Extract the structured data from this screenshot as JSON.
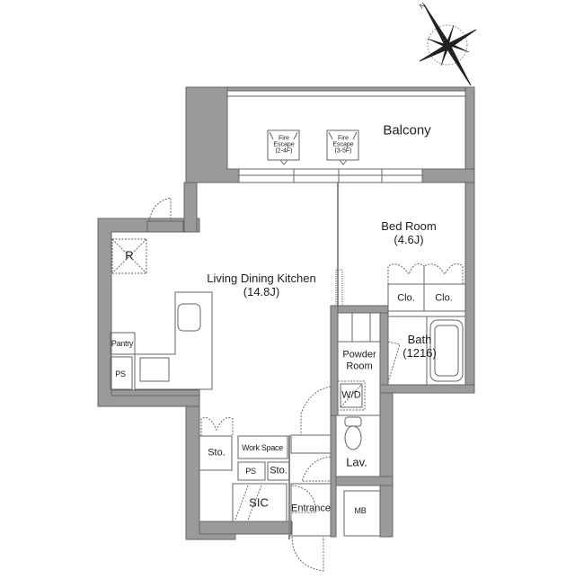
{
  "compass": {
    "icon": "compass-rose-icon",
    "north_label": "N"
  },
  "rooms": {
    "balcony": {
      "label": "Balcony"
    },
    "fire_escape_1": {
      "line1": "Fire",
      "line2": "Escape",
      "line3": "(2-4F)"
    },
    "fire_escape_2": {
      "line1": "Fire",
      "line2": "Escape",
      "line3": "(3-5F)"
    },
    "ldk": {
      "label": "Living Dining Kitchen",
      "size": "(14.8J)"
    },
    "bedroom": {
      "label": "Bed Room",
      "size": "(4.6J)"
    },
    "closet_1": {
      "label": "Clo."
    },
    "closet_2": {
      "label": "Clo."
    },
    "bath": {
      "label": "Bath",
      "size": "(1216)"
    },
    "powder_room": {
      "line1": "Powder",
      "line2": "Room"
    },
    "washer_dryer": {
      "label": "W/D"
    },
    "refrigerator": {
      "label": "R"
    },
    "pantry": {
      "label": "Pantry"
    },
    "ps_kitchen": {
      "label": "PS"
    },
    "storage_1": {
      "label": "Sto."
    },
    "work_space": {
      "label": "Work Space"
    },
    "ps_entry": {
      "label": "PS"
    },
    "storage_2": {
      "label": "Sto."
    },
    "sic": {
      "label": "SIC"
    },
    "entrance": {
      "label": "Entrance"
    },
    "lavatory": {
      "label": "Lav."
    },
    "meter_box": {
      "label": "MB"
    }
  },
  "colors": {
    "wall": "#9a9a9a",
    "wall_edge": "#666666",
    "line": "#555555",
    "background": "#ffffff"
  }
}
